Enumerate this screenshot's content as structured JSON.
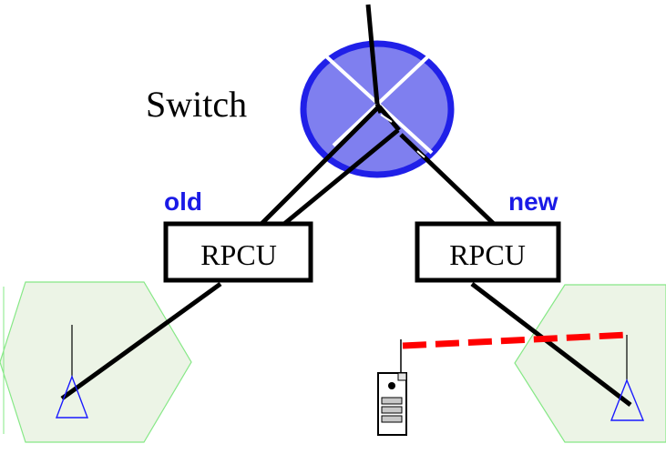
{
  "labels": {
    "switch": "Switch",
    "old": "old",
    "new": "new",
    "rpcu_left": "RPCU",
    "rpcu_right": "RPCU"
  },
  "colors": {
    "switch_fill": "#7f7fef",
    "switch_border": "#2020e8",
    "cell_fill": "#ecf4e6",
    "cell_border": "#86e886",
    "antenna": "#1a1aff",
    "old_new_text": "#1a1ae6",
    "radio_link": "#ff0000",
    "wire": "#000000"
  },
  "icons": {
    "handset": "mobile-handset-icon",
    "antenna": "antenna-triangle-icon"
  }
}
